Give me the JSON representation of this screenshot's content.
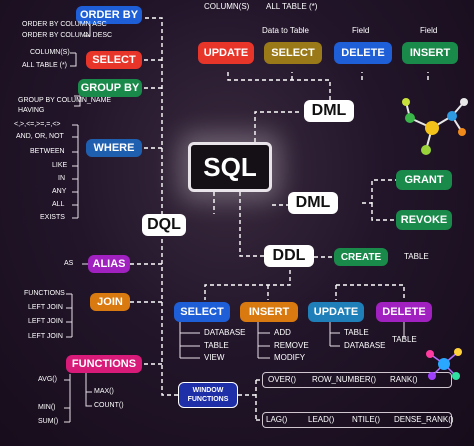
{
  "colors": {
    "blue": "#1e5fd8",
    "red": "#e8352a",
    "green": "#1a8a4a",
    "olive": "#9a7a18",
    "orange": "#d97a10",
    "teal": "#1f7fb8",
    "purple": "#a020c0",
    "pink": "#d81a78",
    "navy": "#1f2fa8"
  },
  "center": {
    "label": "SQL"
  },
  "dql": {
    "label": "DQL",
    "order_by": {
      "label": "ORDER BY",
      "items": [
        "ORDER BY COLUMN ASC",
        "ORDER BY COLUMN DESC"
      ]
    },
    "select": {
      "label": "SELECT",
      "items": [
        "COLUMN(S)",
        "ALL TABLE (*)"
      ]
    },
    "group_by": {
      "label": "GROUP BY",
      "items": [
        "GROUP BY COLUMN_NAME",
        "HAVING"
      ]
    },
    "where": {
      "label": "WHERE",
      "items": [
        "<,>,<=,>=,=,<>",
        "AND, OR, NOT",
        "BETWEEN",
        "LIKE",
        "IN",
        "ANY",
        "ALL",
        "EXISTS"
      ]
    },
    "alias": {
      "label": "ALIAS",
      "items": [
        "AS"
      ]
    },
    "join": {
      "label": "JOIN",
      "items": [
        "FUNCTIONS",
        "LEFT JOIN",
        "LEFT JOIN",
        "LEFT JOIN"
      ]
    },
    "functions": {
      "label": "FUNCTIONS",
      "left_items": [
        "AVG()",
        "MIN()",
        "SUM()"
      ],
      "right_items": [
        "MAX()",
        "COUNT()"
      ]
    },
    "window": {
      "label_line1": "WINDOW",
      "label_line2": "FUNCTIONS",
      "top_items": [
        "OVER()",
        "ROW_NUMBER()",
        "RANK()"
      ],
      "bottom_items": [
        "LAG()",
        "LEAD()",
        "NTILE()",
        "DENSE_RANK()"
      ]
    }
  },
  "dml_top": {
    "label": "DML",
    "update": {
      "label": "UPDATE",
      "caption": "COLUMN(S)"
    },
    "select": {
      "label": "SELECT",
      "caption": "Data to Table",
      "caption_top": "ALL TABLE (*)"
    },
    "delete": {
      "label": "DELETE",
      "caption": "Field"
    },
    "insert": {
      "label": "INSERT",
      "caption": "Field"
    }
  },
  "dml_right": {
    "label": "DML",
    "grant": {
      "label": "GRANT"
    },
    "revoke": {
      "label": "REVOKE"
    }
  },
  "ddl": {
    "label": "DDL",
    "create": {
      "label": "CREATE",
      "caption": "TABLE"
    },
    "select": {
      "label": "SELECT",
      "items": [
        "DATABASE",
        "TABLE",
        "VIEW"
      ]
    },
    "insert": {
      "label": "INSERT",
      "items": [
        "ADD",
        "REMOVE",
        "MODIFY"
      ]
    },
    "update": {
      "label": "UPDATE",
      "items": [
        "TABLE",
        "DATABASE"
      ]
    },
    "delete": {
      "label": "DELETE",
      "items": [
        "TABLE"
      ]
    }
  }
}
